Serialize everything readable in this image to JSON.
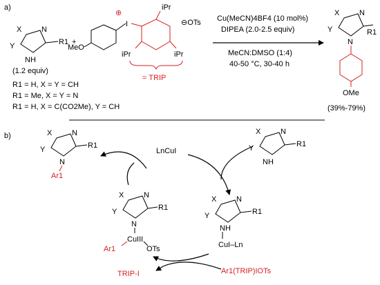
{
  "panel_a": {
    "label": "a)",
    "azole_equiv": "(1.2 equiv)",
    "plus": "+",
    "reagent": {
      "iodonium_charge": "⊕",
      "iodine": "I",
      "anion": "⊖OTs",
      "methoxy": "MeO",
      "ipr": "iPr",
      "trip_label": "= TRIP"
    },
    "conditions": {
      "line1": "Cu(MeCN)4BF4 (10 mol%)",
      "line2": "DIPEA (2.0-2.5 equiv)",
      "line3": "MeCN:DMSO (1:4)",
      "line4": "40-50 °C, 30-40 h"
    },
    "product_ome": "OMe",
    "yield": "(39%-79%)",
    "scope": [
      "R1 = H, X = Y = CH",
      "R1 = Me, X = Y = N",
      "R1 = H, X = C(CO2Me), Y = CH"
    ]
  },
  "panel_b": {
    "label": "b)",
    "catalyst": "LnCuI",
    "cu1_species": "CuI–Ln",
    "cu3_species": {
      "metal": "CuIII",
      "aryl": "Ar1",
      "anion": "OTs"
    },
    "product_ar": "Ar1",
    "reagent_in": "Ar1(TRIP)IOTs",
    "byproduct": "TRIP-I"
  },
  "atoms": {
    "x": "X",
    "y": "Y",
    "n": "N",
    "nh": "NH",
    "r1": "R1"
  },
  "colors": {
    "accent_red": "#d61f1f",
    "ink": "#000000"
  }
}
